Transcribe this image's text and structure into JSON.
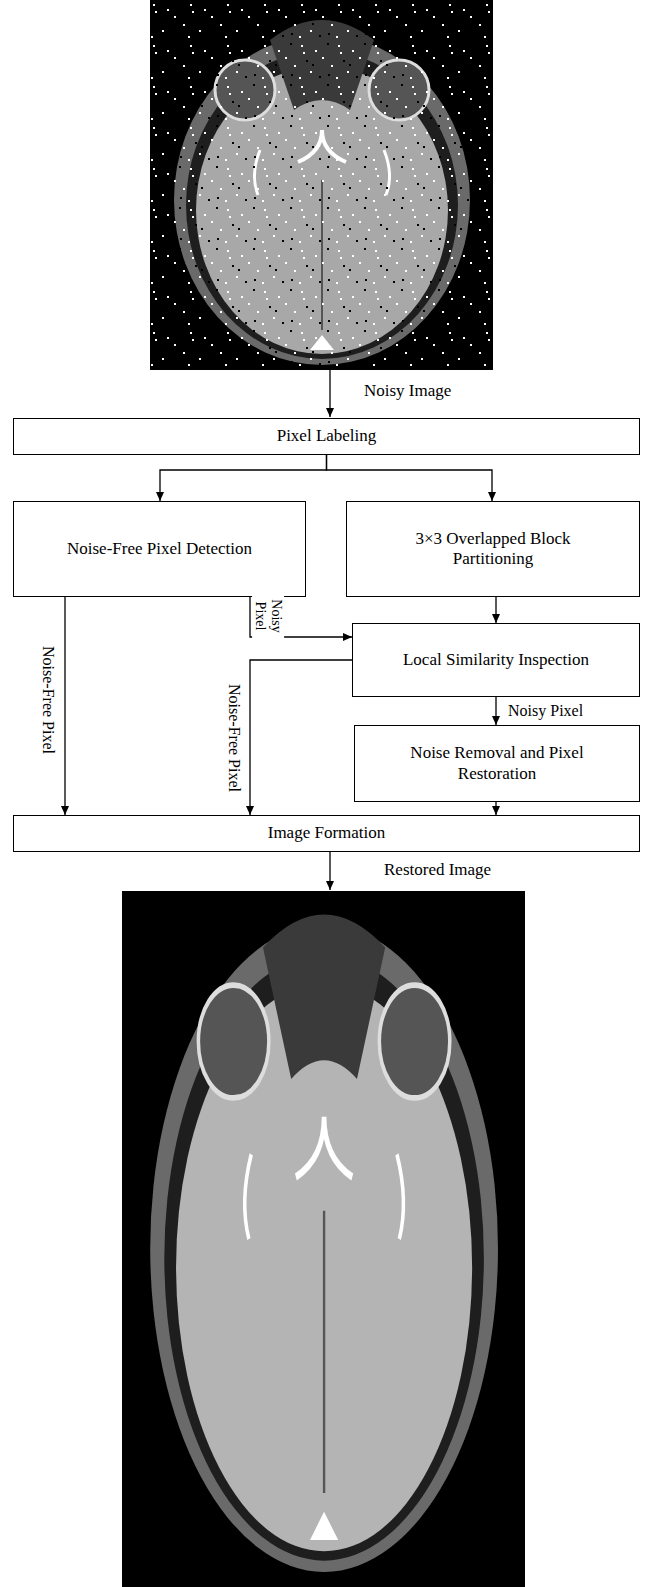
{
  "diagram": {
    "nodes": [
      {
        "text": [
          "Pixel Labeling"
        ]
      },
      {
        "text": [
          "Noise-Free Pixel Detection"
        ]
      },
      {
        "text": [
          "3×3 Overlapped Block Partitioning"
        ]
      },
      {
        "text": [
          "Local Similarity Inspection"
        ]
      },
      {
        "text": [
          "Noise Removal and Pixel Restoration"
        ]
      },
      {
        "text": [
          "Image Formation"
        ]
      }
    ],
    "edges": [
      {
        "from": 0,
        "to": 1,
        "arrow": "to"
      },
      {
        "from": 0,
        "to": 2,
        "arrow": "to"
      },
      {
        "from": 1,
        "to": 3,
        "label": "Noisy Pixel",
        "arrow": "to"
      },
      {
        "from": 1,
        "to": 5,
        "label": "Noise-Free Pixel",
        "arrow": "to"
      },
      {
        "from": 2,
        "to": 3,
        "arrow": "to"
      },
      {
        "from": 3,
        "to": 4,
        "label": "Noisy Pixel",
        "arrow": "to"
      },
      {
        "from": 3,
        "to": 5,
        "label": "Noise-Free Pixel",
        "arrow": "to"
      },
      {
        "from": 4,
        "to": 5,
        "arrow": "to"
      }
    ],
    "labels": [
      "Noisy Image",
      "Restored Image"
    ]
  }
}
